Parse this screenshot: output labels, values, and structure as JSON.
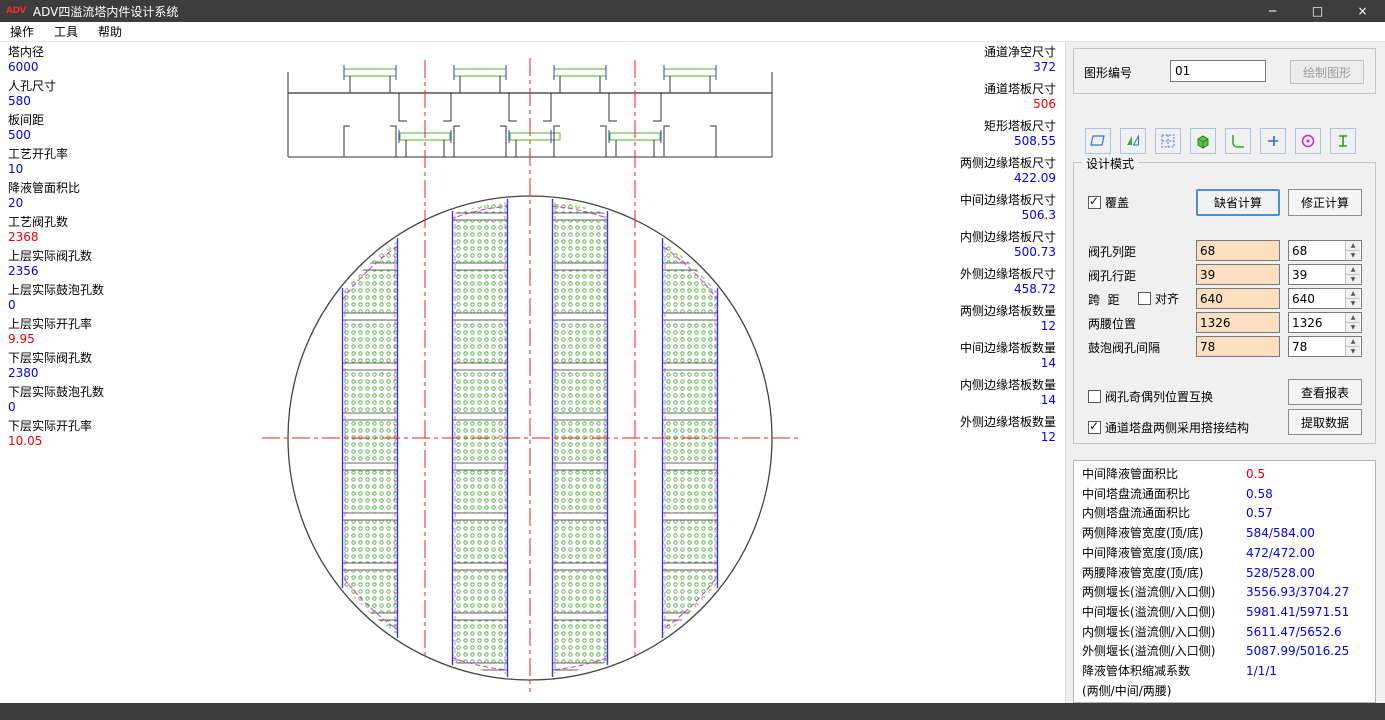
{
  "window": {
    "title": "ADV四溢流塔内件设计系统",
    "icon_text": "ADV",
    "controls": {
      "minimize": "─",
      "maximize": "□",
      "close": "×"
    }
  },
  "menu": {
    "items": [
      {
        "label": "操作"
      },
      {
        "label": "工具"
      },
      {
        "label": "帮助"
      }
    ]
  },
  "colors": {
    "value_blue": "#0000ee",
    "value_red": "#ee0000",
    "accent_orange_input": "#fcdfc0",
    "panel_gray": "#f0f0f0"
  },
  "left_params": [
    {
      "label": "塔内径",
      "value": "6000",
      "color": "#0000ee"
    },
    {
      "label": "人孔尺寸",
      "value": "580",
      "color": "#0000ee"
    },
    {
      "label": "板间距",
      "value": "500",
      "color": "#0000ee"
    },
    {
      "label": "工艺开孔率",
      "value": "10",
      "color": "#0000ee"
    },
    {
      "label": "降液管面积比",
      "value": "20",
      "color": "#0000ee"
    },
    {
      "label": "工艺阀孔数",
      "value": "2368",
      "color": "#ee0000"
    },
    {
      "label": "上层实际阀孔数",
      "value": "2356",
      "color": "#0000ee"
    },
    {
      "label": "上层实际鼓泡孔数",
      "value": "0",
      "color": "#0000ee"
    },
    {
      "label": "上层实际开孔率",
      "value": "9.95",
      "color": "#ee0000"
    },
    {
      "label": "下层实际阀孔数",
      "value": "2380",
      "color": "#0000ee"
    },
    {
      "label": "下层实际鼓泡孔数",
      "value": "0",
      "color": "#0000ee"
    },
    {
      "label": "下层实际开孔率",
      "value": "10.05",
      "color": "#ee0000"
    }
  ],
  "right_dims": [
    {
      "label": "通道净空尺寸",
      "value": "372",
      "color": "#0000ee"
    },
    {
      "label": "通道塔板尺寸",
      "value": "506",
      "color": "#ee0000"
    },
    {
      "label": "矩形塔板尺寸",
      "value": "508.55",
      "color": "#0000ee"
    },
    {
      "label": "两侧边缘塔板尺寸",
      "value": "422.09",
      "color": "#0000ee"
    },
    {
      "label": "中间边缘塔板尺寸",
      "value": "506.3",
      "color": "#0000ee"
    },
    {
      "label": "内侧边缘塔板尺寸",
      "value": "500.73",
      "color": "#0000ee"
    },
    {
      "label": "外侧边缘塔板尺寸",
      "value": "458.72",
      "color": "#0000ee"
    },
    {
      "label": "两侧边缘塔板数量",
      "value": "12",
      "color": "#0000ee"
    },
    {
      "label": "中间边缘塔板数量",
      "value": "14",
      "color": "#0000ee"
    },
    {
      "label": "内侧边缘塔板数量",
      "value": "14",
      "color": "#0000ee"
    },
    {
      "label": "外侧边缘塔板数量",
      "value": "12",
      "color": "#0000ee"
    }
  ],
  "drawing_no": {
    "label": "图形编号",
    "value": "01",
    "draw_button": "绘制图形"
  },
  "toolbar": {
    "icons": [
      "tray-panel-icon",
      "flow-triangles-icon",
      "hole-grid-icon",
      "cube-icon",
      "corner-plate-icon",
      "tee-joint-icon",
      "valve-circle-icon",
      "beam-section-icon"
    ]
  },
  "design_mode": {
    "title": "设计模式",
    "overwrite_label": "覆盖",
    "overwrite_checked": true,
    "default_calc_button": "缺省计算",
    "revise_calc_button": "修正计算",
    "rows": [
      {
        "label": "阀孔列距",
        "value": "68",
        "spin_value": "68"
      },
      {
        "label": "阀孔行距",
        "value": "39",
        "spin_value": "39"
      },
      {
        "label": "跨  距",
        "align_label": "对齐",
        "align_checked": false,
        "value": "640",
        "spin_value": "640"
      },
      {
        "label": "两腰位置",
        "value": "1326",
        "spin_value": "1326"
      },
      {
        "label": "鼓泡阀孔间隔",
        "value": "78",
        "spin_value": "78"
      }
    ],
    "swap_checkbox_label": "阀孔奇偶列位置互换",
    "swap_checked": false,
    "overlap_checkbox_label": "通道塔盘两侧采用搭接结构",
    "overlap_checked": true,
    "report_button": "查看报表",
    "extract_button": "提取数据"
  },
  "results": [
    {
      "label": "中间降液管面积比",
      "value": "0.5",
      "color": "#ee0000"
    },
    {
      "label": "中间塔盘流通面积比",
      "value": "0.58",
      "color": "#0000ee"
    },
    {
      "label": "内侧塔盘流通面积比",
      "value": "0.57",
      "color": "#0000ee"
    },
    {
      "label": "两侧降液管宽度(顶/底)",
      "value": "584/584.00",
      "color": "#0000ee"
    },
    {
      "label": "中间降液管宽度(顶/底)",
      "value": "472/472.00",
      "color": "#0000ee"
    },
    {
      "label": "两腰降液管宽度(顶/底)",
      "value": "528/528.00",
      "color": "#0000ee"
    },
    {
      "label": "两侧堰长(溢流侧/入口侧)",
      "value": "3556.93/3704.27",
      "color": "#0000ee"
    },
    {
      "label": "中间堰长(溢流侧/入口侧)",
      "value": "5981.41/5971.51",
      "color": "#0000ee"
    },
    {
      "label": "内侧堰长(溢流侧/入口侧)",
      "value": "5611.47/5652.6",
      "color": "#0000ee"
    },
    {
      "label": "外侧堰长(溢流侧/入口侧)",
      "value": "5087.99/5016.25",
      "color": "#0000ee"
    },
    {
      "label": "降液管体积缩减系数",
      "label2": "(两侧/中间/两腰)",
      "value": "1/1/1",
      "color": "#0000ee"
    }
  ]
}
